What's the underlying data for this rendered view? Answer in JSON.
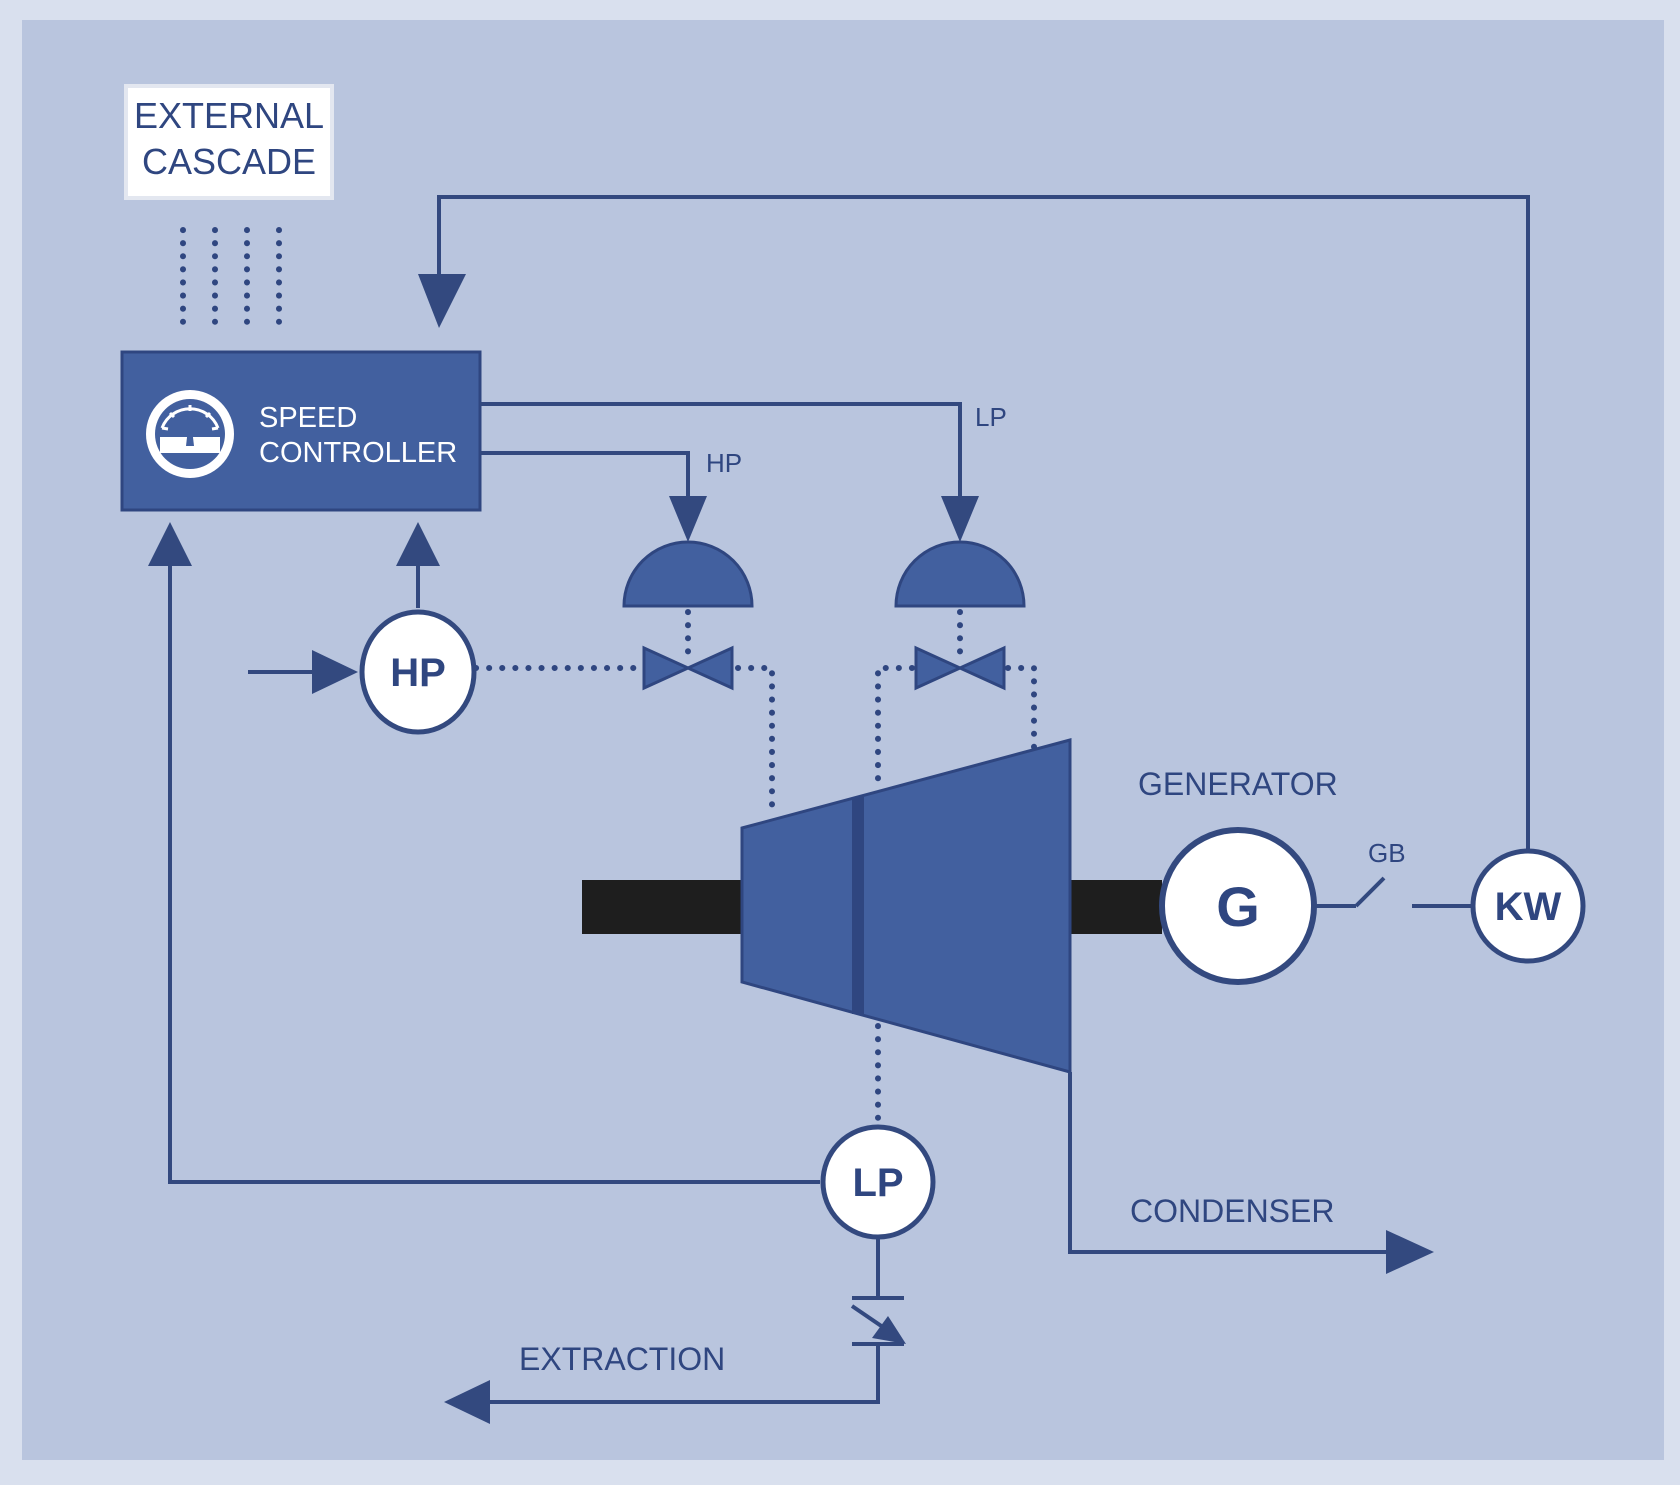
{
  "labels": {
    "external_cascade_line1": "EXTERNAL",
    "external_cascade_line2": "CASCADE",
    "speed_controller_line1": "SPEED",
    "speed_controller_line2": "CONTROLLER",
    "hp_signal": "HP",
    "lp_signal": "LP",
    "hp_sensor": "HP",
    "lp_sensor": "LP",
    "generator_title": "GENERATOR",
    "generator_symbol": "G",
    "gb": "GB",
    "kw": "KW",
    "condenser": "CONDENSER",
    "extraction": "EXTRACTION"
  },
  "icons": {
    "controller": "gauge-icon"
  },
  "colors": {
    "background": "#b9c5de",
    "frame": "#d9e0ee",
    "block_fill": "#42609f",
    "line": "#33497f",
    "shaft": "#1e1e1e",
    "circle_fill": "#ffffff"
  }
}
